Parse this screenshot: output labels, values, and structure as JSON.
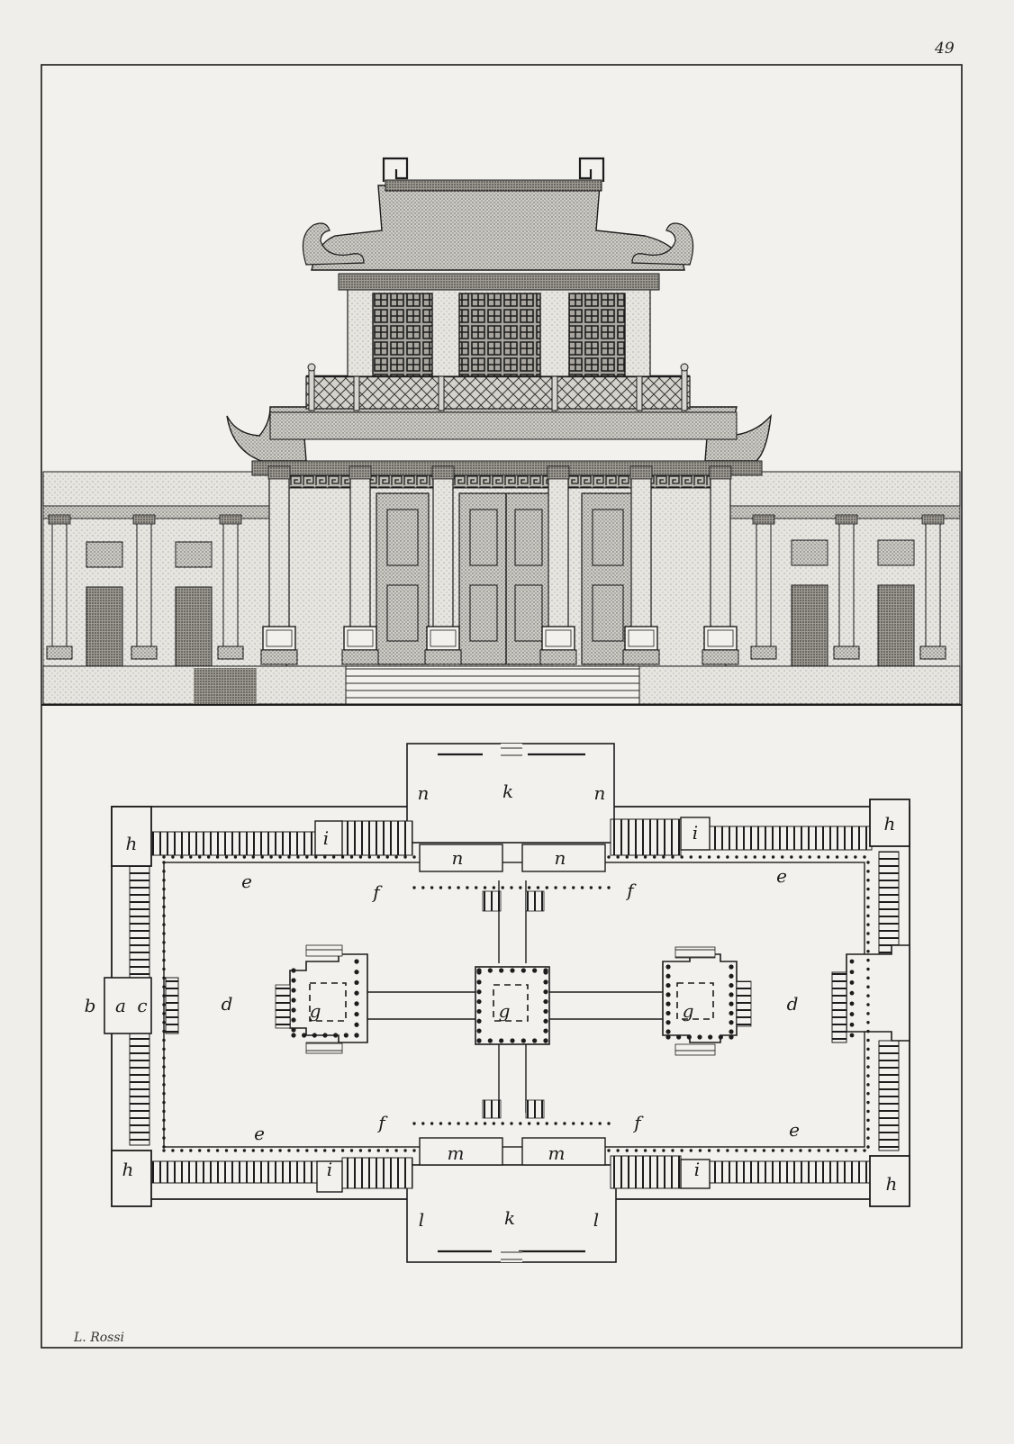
{
  "page_number": "49",
  "engraver_signature": "L. Rossi",
  "plan_labels": [
    {
      "id": "k-top",
      "text": "k"
    },
    {
      "id": "n-top-left",
      "text": "n"
    },
    {
      "id": "n-top-right",
      "text": "n"
    },
    {
      "id": "h-top-left",
      "text": "h"
    },
    {
      "id": "i-top-left",
      "text": "i"
    },
    {
      "id": "i-top-right",
      "text": "i"
    },
    {
      "id": "h-top-right",
      "text": "h"
    },
    {
      "id": "n-mid-left",
      "text": "n"
    },
    {
      "id": "n-mid-right",
      "text": "n"
    },
    {
      "id": "e-top-left",
      "text": "e"
    },
    {
      "id": "f-top-left",
      "text": "f"
    },
    {
      "id": "f-top-right",
      "text": "f"
    },
    {
      "id": "e-top-right",
      "text": "e"
    },
    {
      "id": "b-left",
      "text": "b"
    },
    {
      "id": "a-left",
      "text": "a"
    },
    {
      "id": "c-left",
      "text": "c"
    },
    {
      "id": "d-left",
      "text": "d"
    },
    {
      "id": "g-left",
      "text": "g"
    },
    {
      "id": "g-center",
      "text": "g"
    },
    {
      "id": "g-right",
      "text": "g"
    },
    {
      "id": "d-right",
      "text": "d"
    },
    {
      "id": "e-bottom-left",
      "text": "e"
    },
    {
      "id": "f-bottom-left",
      "text": "f"
    },
    {
      "id": "f-bottom-right",
      "text": "f"
    },
    {
      "id": "e-bottom-right",
      "text": "e"
    },
    {
      "id": "m-left",
      "text": "m"
    },
    {
      "id": "m-right",
      "text": "m"
    },
    {
      "id": "h-bottom-left",
      "text": "h"
    },
    {
      "id": "i-bottom-left",
      "text": "i"
    },
    {
      "id": "i-bottom-right",
      "text": "i"
    },
    {
      "id": "h-bottom-right",
      "text": "h"
    },
    {
      "id": "l-left",
      "text": "l"
    },
    {
      "id": "k-bottom",
      "text": "k"
    },
    {
      "id": "l-right",
      "text": "l"
    }
  ],
  "colors": {
    "paper": "#efeeea",
    "plate": "#f2f1ed",
    "ink": "#1c1c1c",
    "stipple_light": "#c9c7c1",
    "stipple_mid": "#9d9a93",
    "stipple_dark": "#6c6962"
  }
}
